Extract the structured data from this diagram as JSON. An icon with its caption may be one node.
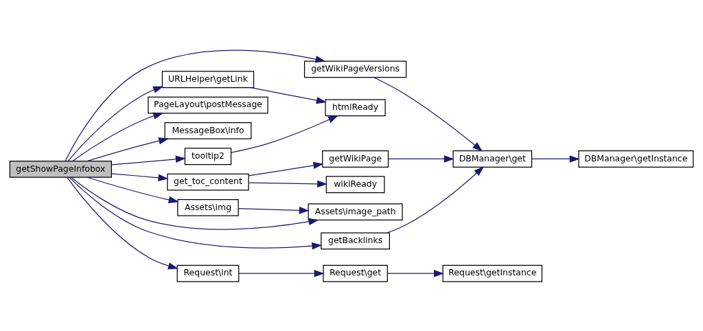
{
  "diagram": {
    "nodes": [
      {
        "text": [
          "getShowPageInfobox"
        ]
      },
      {
        "text": [
          "getWikiPageVersions"
        ]
      },
      {
        "text": [
          "URLHelper\\getLink"
        ]
      },
      {
        "text": [
          "PageLayout\\postMessage"
        ]
      },
      {
        "text": [
          "MessageBox\\info"
        ]
      },
      {
        "text": [
          "htmlReady"
        ]
      },
      {
        "text": [
          "tooltip2"
        ]
      },
      {
        "text": [
          "get_toc_content"
        ]
      },
      {
        "text": [
          "getWikiPage"
        ]
      },
      {
        "text": [
          "DBManager\\get"
        ]
      },
      {
        "text": [
          "DBManager\\getInstance"
        ]
      },
      {
        "text": [
          "wikiReady"
        ]
      },
      {
        "text": [
          "Assets\\img"
        ]
      },
      {
        "text": [
          "Assets\\image_path"
        ]
      },
      {
        "text": [
          "getBacklinks"
        ]
      },
      {
        "text": [
          "Request\\int"
        ]
      },
      {
        "text": [
          "Request\\get"
        ]
      },
      {
        "text": [
          "Request\\getInstance"
        ]
      }
    ],
    "edges": [
      {
        "from": 0,
        "to": 1,
        "arrow": "to"
      },
      {
        "from": 0,
        "to": 2,
        "arrow": "to"
      },
      {
        "from": 0,
        "to": 3,
        "arrow": "to"
      },
      {
        "from": 0,
        "to": 4,
        "arrow": "to"
      },
      {
        "from": 0,
        "to": 6,
        "arrow": "to"
      },
      {
        "from": 0,
        "to": 7,
        "arrow": "to"
      },
      {
        "from": 0,
        "to": 12,
        "arrow": "to"
      },
      {
        "from": 0,
        "to": 13,
        "arrow": "to"
      },
      {
        "from": 0,
        "to": 14,
        "arrow": "to"
      },
      {
        "from": 0,
        "to": 15,
        "arrow": "to"
      },
      {
        "from": 1,
        "to": 9,
        "arrow": "to"
      },
      {
        "from": 2,
        "to": 5,
        "arrow": "to"
      },
      {
        "from": 6,
        "to": 5,
        "arrow": "to"
      },
      {
        "from": 7,
        "to": 8,
        "arrow": "to"
      },
      {
        "from": 7,
        "to": 11,
        "arrow": "to"
      },
      {
        "from": 8,
        "to": 9,
        "arrow": "to"
      },
      {
        "from": 9,
        "to": 10,
        "arrow": "to"
      },
      {
        "from": 12,
        "to": 13,
        "arrow": "to"
      },
      {
        "from": 14,
        "to": 9,
        "arrow": "to"
      },
      {
        "from": 15,
        "to": 16,
        "arrow": "to"
      },
      {
        "from": 16,
        "to": 17,
        "arrow": "to"
      }
    ]
  }
}
